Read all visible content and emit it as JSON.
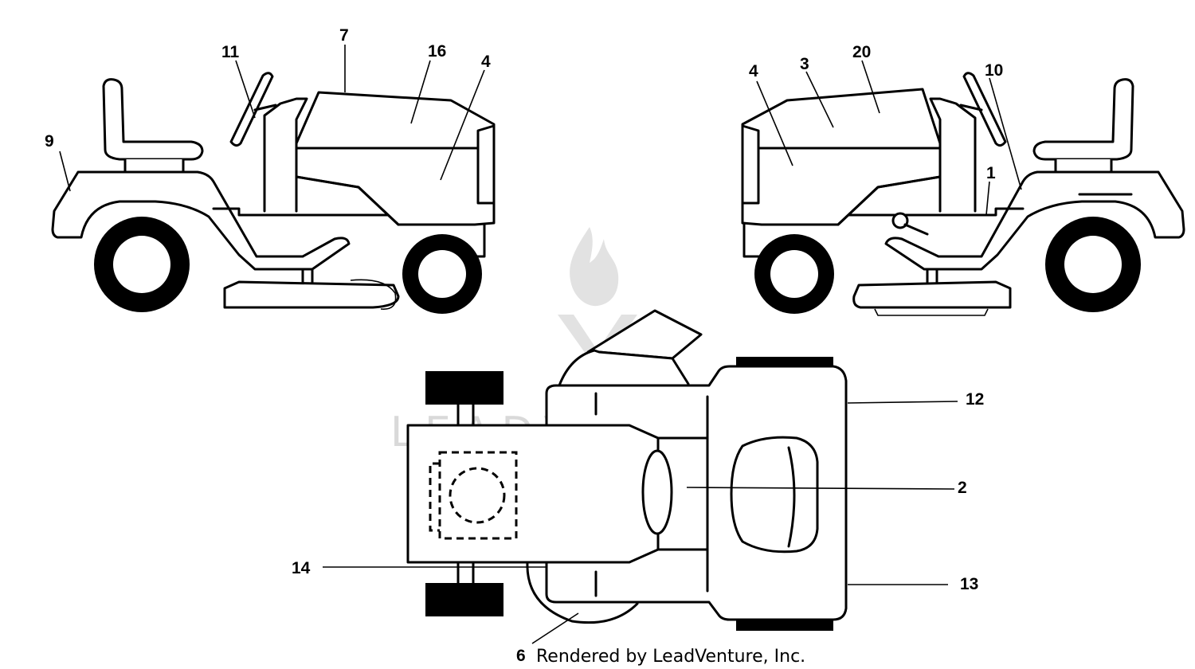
{
  "watermark": {
    "brand_text": "LEADVENTURE",
    "logo_icon": "flame-v-logo-icon",
    "color": "#d9d9d9"
  },
  "credit": "Rendered by LeadVenture, Inc.",
  "callouts": [
    {
      "id": "c1",
      "label": "1"
    },
    {
      "id": "c2",
      "label": "2"
    },
    {
      "id": "c3",
      "label": "3"
    },
    {
      "id": "c4a",
      "label": "4"
    },
    {
      "id": "c4b",
      "label": "4"
    },
    {
      "id": "c6",
      "label": "6"
    },
    {
      "id": "c7",
      "label": "7"
    },
    {
      "id": "c9",
      "label": "9"
    },
    {
      "id": "c10",
      "label": "10"
    },
    {
      "id": "c11",
      "label": "11"
    },
    {
      "id": "c12",
      "label": "12"
    },
    {
      "id": "c13",
      "label": "13"
    },
    {
      "id": "c14",
      "label": "14"
    },
    {
      "id": "c16",
      "label": "16"
    },
    {
      "id": "c20",
      "label": "20"
    }
  ],
  "line_color": "#000000"
}
